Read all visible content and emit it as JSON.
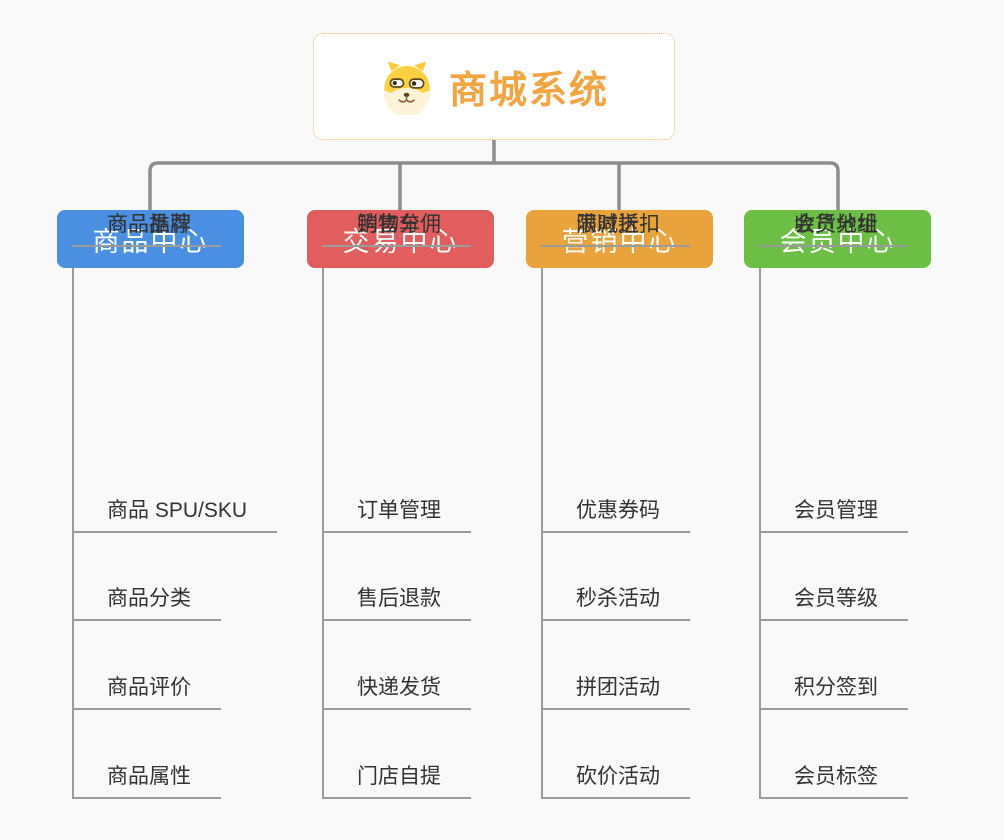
{
  "root": {
    "title": "商城系统",
    "icon": "doge-dog-face-icon",
    "title_color": "#f2a541",
    "border_color": "#f0b867"
  },
  "style": {
    "background": "#f9f9f9",
    "connector_color": "#8d8d8d",
    "leaf_line_color": "#9b9b9b",
    "leaf_text_color": "#333333"
  },
  "branches": [
    {
      "label": "商品中心",
      "color": "#4a8fe2",
      "children": [
        "商品 SPU/SKU",
        "商品分类",
        "商品评价",
        "商品属性",
        "商品推荐",
        "商品品牌"
      ]
    },
    {
      "label": "交易中心",
      "color": "#e25d5d",
      "children": [
        "订单管理",
        "售后退款",
        "快递发货",
        "门店自提",
        "购物车",
        "销售分佣"
      ]
    },
    {
      "label": "营销中心",
      "color": "#e9a33d",
      "children": [
        "优惠券码",
        "秒杀活动",
        "拼团活动",
        "砍价活动",
        "限时折扣",
        "满减送"
      ]
    },
    {
      "label": "会员中心",
      "color": "#6cbf44",
      "children": [
        "会员管理",
        "会员等级",
        "积分签到",
        "会员标签",
        "会员分组",
        "收货地址"
      ]
    }
  ]
}
